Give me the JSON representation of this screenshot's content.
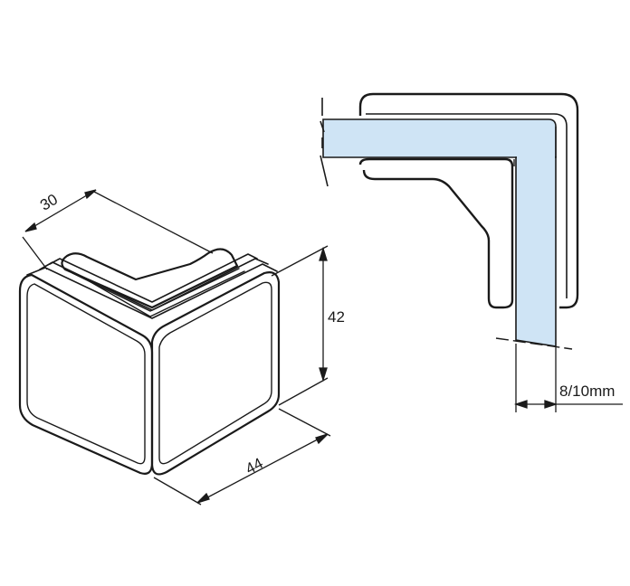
{
  "drawing": {
    "iso_view": {
      "dim_width": "30",
      "dim_height": "42",
      "dim_length": "44"
    },
    "section_view": {
      "glass_thickness": "8/10mm",
      "glass_color": "#cfe4f5",
      "line_color": "#1a1a1a"
    }
  }
}
